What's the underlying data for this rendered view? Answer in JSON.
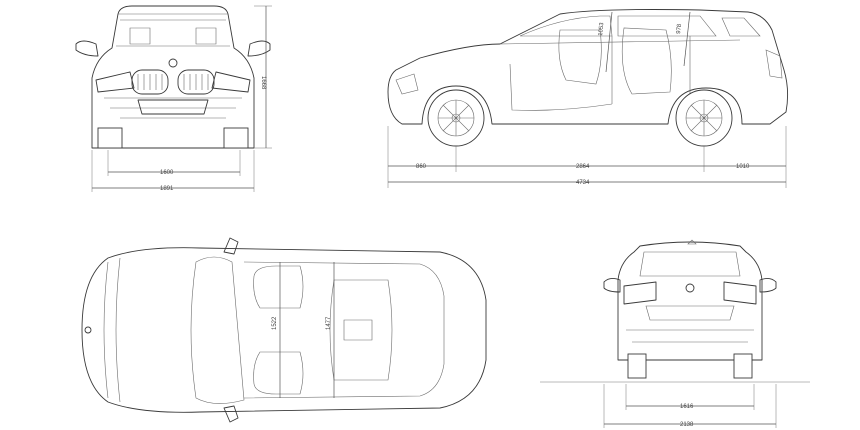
{
  "dimensions": {
    "front_overall_height": "1668",
    "front_track": "1600",
    "front_body_width": "1891",
    "side_front_overhang": "860",
    "side_wheelbase": "2864",
    "side_rear_overhang": "1010",
    "side_overall_length": "4734",
    "side_front_headroom": "1053",
    "side_rear_headroom": "978",
    "top_front_shoulder": "1522",
    "top_rear_shoulder": "1477",
    "rear_track": "1616",
    "rear_mirror_width": "2138"
  }
}
